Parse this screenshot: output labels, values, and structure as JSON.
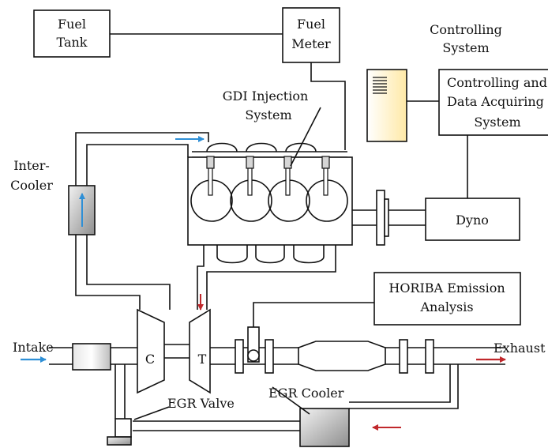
{
  "labels": {
    "fuel_tank_1": "Fuel",
    "fuel_tank_2": "Tank",
    "fuel_meter_1": "Fuel",
    "fuel_meter_2": "Meter",
    "controlling_system_1": "Controlling",
    "controlling_system_2": "System",
    "cdas_1": "Controlling and",
    "cdas_2": "Data Acquiring",
    "cdas_3": "System",
    "gdi_1": "GDI Injection",
    "gdi_2": "System",
    "intercooler_1": "Inter-",
    "intercooler_2": "Cooler",
    "dyno": "Dyno",
    "horiba_1": "HORIBA Emission",
    "horiba_2": "Analysis",
    "intake": "Intake",
    "exhaust": "Exhaust",
    "compressor": "C",
    "turbine": "T",
    "egr_valve": "EGR Valve",
    "egr_cooler": "EGR Cooler"
  },
  "colors": {
    "line": "#111111",
    "flow_blue": "#2e8fd6",
    "flow_red": "#c0282c",
    "computer_fill": "#fff2bf",
    "gray_light": "#eeeeee",
    "gray_dark": "#8c8c8c"
  }
}
